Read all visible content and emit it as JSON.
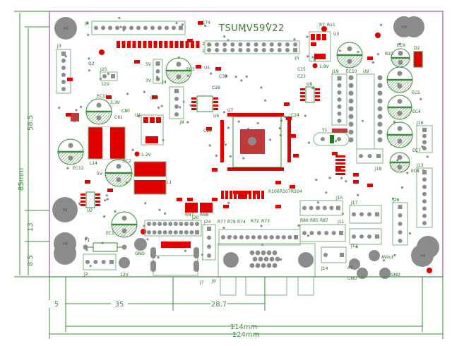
{
  "board": {
    "title": "TSUMV59V22",
    "colors": {
      "outline": "#9b5aa0",
      "silk": "#3a8a3a",
      "pad": "#e00000",
      "via": "#8c8c8c",
      "body": "#7fb07f"
    }
  },
  "holes": {
    "h1": "H1",
    "h2": "H2",
    "h3": "H3",
    "h4": "H4",
    "h6": "H6"
  },
  "components": {
    "j6": "J6",
    "j5": "J5",
    "j3": "J3",
    "j25": "J25",
    "j4": "J4",
    "j8": "J8",
    "j19": "J19",
    "u9": "U9",
    "j16": "J16",
    "j13": "J13",
    "j18": "J18",
    "j15": "J15",
    "j17": "J17",
    "j26": "J26",
    "j11": "J11",
    "j12": "J12",
    "j14": "J14",
    "j20": "J20",
    "j24": "J24",
    "j9": "J9",
    "j7": "J7",
    "j2": "J2",
    "u3": "U3",
    "u4": "U4",
    "u5": "U5",
    "u6": "U6",
    "u7": "U7",
    "u8": "U8",
    "u2": "U2",
    "y1": "Y1",
    "l14": "L14",
    "l1": "L1",
    "f1": "F1",
    "ec1": "EC1",
    "ec2": "EC2",
    "ec3": "EC3",
    "ec4": "EC4",
    "ec5": "EC5",
    "ec7": "EC7",
    "ec8": "EC8",
    "ec9": "EC9",
    "ec10": "EC10",
    "ec11": "EC11",
    "ec12": "EC12",
    "d2": "D2",
    "q2": "Q2",
    "c74": "C74",
    "c38": "C38",
    "c28": "C28",
    "c37": "C37",
    "c80": "C80",
    "c81": "C81",
    "c25": "C25",
    "c15": "C15",
    "c23": "C23",
    "c24": "C24",
    "r10": "R10",
    "r7": "R7",
    "r11": "R11",
    "rn7": "RN7",
    "rn8": "RN8",
    "r77": "R77",
    "r78": "R78",
    "r74": "R74",
    "r72": "R72",
    "r73": "R73",
    "r86": "R86",
    "r85": "R85",
    "r87": "R87",
    "r106": "R106",
    "r107": "R107",
    "r104": "R104",
    "pin1": "1",
    "pin2": "2"
  },
  "voltages": {
    "v18": "1.8V",
    "v5": "5V",
    "v3": "3V",
    "v33": "3.3V",
    "v12a": "12V",
    "v12b": "12V",
    "v12_jack": "12V",
    "v12_core": "1.2V",
    "v5b": "5V"
  },
  "io_labels": {
    "gnd1": "GND",
    "gnd2": "GND",
    "gnd3": "GND",
    "av": "AV",
    "avout": "AVout"
  },
  "dimensions": {
    "height_total": "85mm",
    "height_a": "58.5",
    "height_b": "13",
    "height_c": "8.5",
    "width_a": "5",
    "width_b": "35",
    "width_c": "28.7",
    "width_holes": "114mm",
    "width_total": "124mm"
  }
}
